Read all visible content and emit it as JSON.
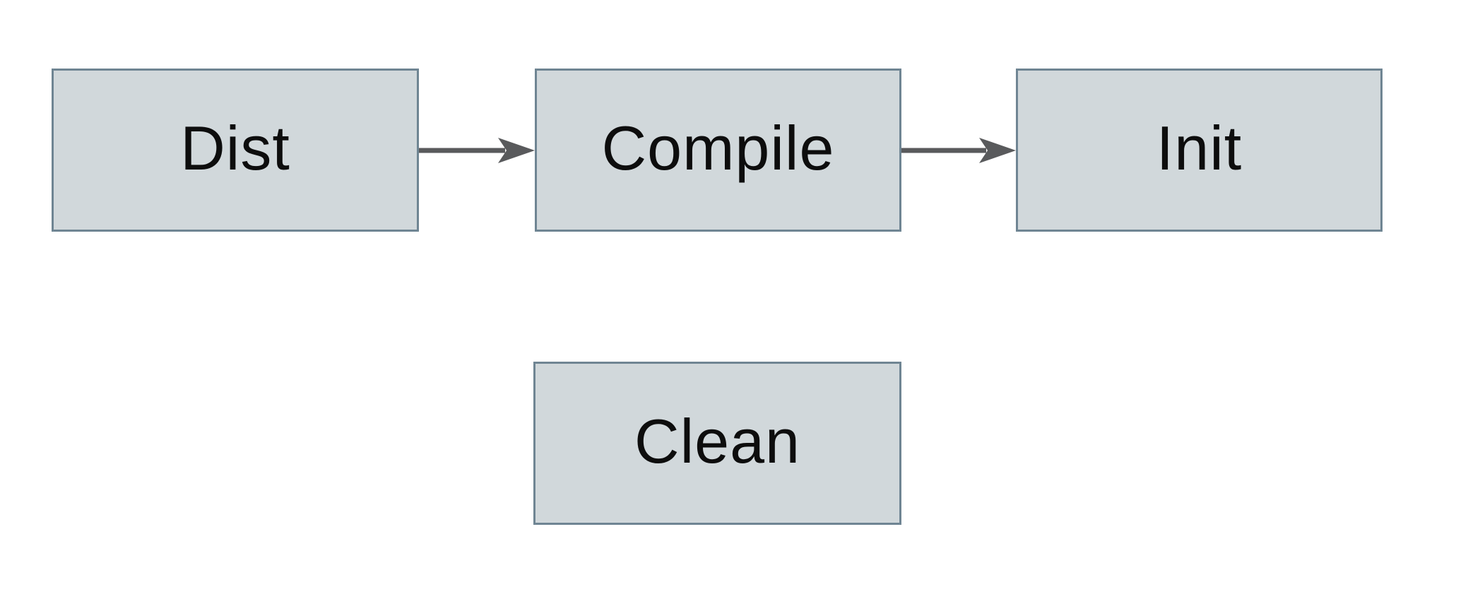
{
  "diagram": {
    "type": "flowchart",
    "nodes": [
      {
        "id": "dist",
        "label": "Dist"
      },
      {
        "id": "compile",
        "label": "Compile"
      },
      {
        "id": "init",
        "label": "Init"
      },
      {
        "id": "clean",
        "label": "Clean"
      }
    ],
    "edges": [
      {
        "from": "Dist",
        "to": "Compile",
        "direction": "right"
      },
      {
        "from": "Compile",
        "to": "Init",
        "direction": "right"
      }
    ]
  },
  "colors": {
    "bg": "#ffffff",
    "node-fill": "#d1d8db",
    "node-border": "#6f8593",
    "arrow": "#595a5c",
    "text": "#0d0d0d"
  }
}
